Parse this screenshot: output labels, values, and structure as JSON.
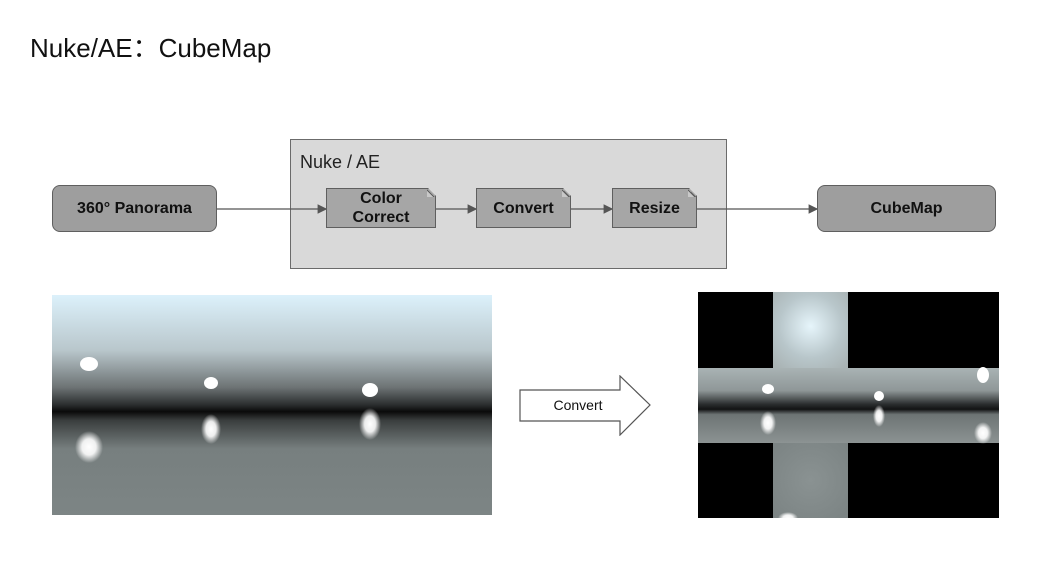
{
  "title": "Nuke/AE：CubeMap",
  "group": {
    "label": "Nuke / AE"
  },
  "nodes": {
    "input": "360° Panorama",
    "color_correct_line1": "Color",
    "color_correct_line2": "Correct",
    "convert": "Convert",
    "resize": "Resize",
    "output": "CubeMap"
  },
  "arrow_label": "Convert",
  "colors": {
    "pill": "#9e9e9e",
    "node": "#a6a6a6",
    "group": "#d9d9d9",
    "sky": "#d8eef8",
    "ground": "#7f8787"
  }
}
